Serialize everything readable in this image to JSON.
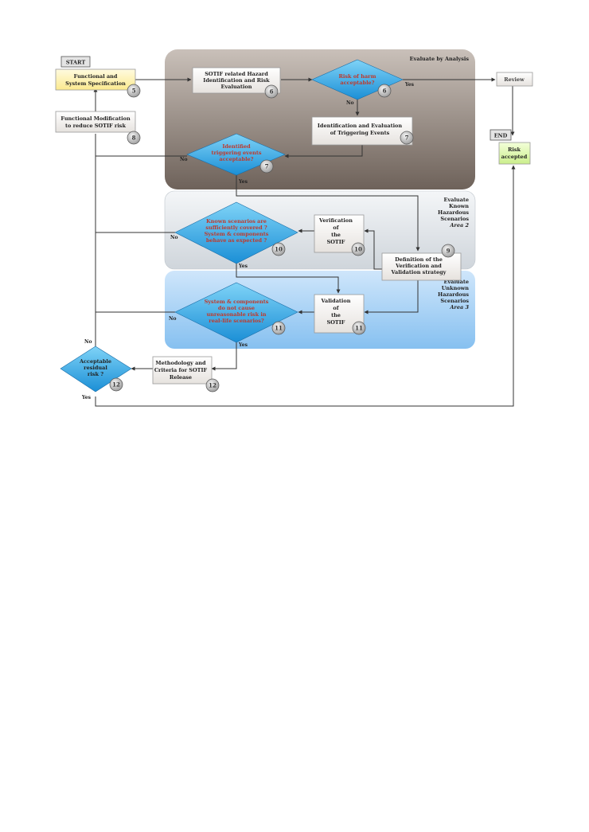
{
  "regions": {
    "analysis": "Evaluate by Analysis",
    "known": [
      "Evaluate",
      "Known",
      "Hazardous",
      "Scenarios",
      "Area 2"
    ],
    "unknown": [
      "Evaluate",
      "Unknown",
      "Hazardous",
      "Scenarios",
      "Area 3"
    ]
  },
  "terminals": {
    "start": "START",
    "end": "END"
  },
  "boxes": {
    "spec": {
      "lines": [
        "Functional and",
        "System Specification"
      ],
      "num": "5"
    },
    "hazard": {
      "lines": [
        "SOTIF related Hazard",
        "Identification and Risk",
        "Evaluation"
      ],
      "num": "6"
    },
    "review": {
      "lines": [
        "Review"
      ]
    },
    "funcmod": {
      "lines": [
        "Functional Modification",
        "to reduce SOTIF risk"
      ],
      "num": "8"
    },
    "trigger": {
      "lines": [
        "Identification and Evaluation",
        "of Triggering Events"
      ],
      "num": "7"
    },
    "risk_accepted": {
      "lines": [
        "Risk",
        "accepted"
      ]
    },
    "verification": {
      "lines": [
        "Verification",
        "of",
        "the",
        "SOTIF"
      ],
      "num": "10"
    },
    "definition": {
      "lines": [
        "Definition of the",
        "Verification and",
        "Validation strategy"
      ],
      "num": "9"
    },
    "validation": {
      "lines": [
        "Validation",
        "of",
        "the",
        "SOTIF"
      ],
      "num": "11"
    },
    "methodology": {
      "lines": [
        "Methodology and",
        "Criteria for SOTIF",
        "Release"
      ],
      "num": "12"
    }
  },
  "decisions": {
    "risk_harm": {
      "lines": [
        "Risk of harm",
        "acceptable?"
      ],
      "num": "6"
    },
    "identified": {
      "lines": [
        "Identified",
        "triggering events",
        "acceptable?"
      ],
      "num": "7"
    },
    "known": {
      "lines": [
        "Known scenarios are",
        "sufficiently covered ?",
        "System & components",
        "behave as expected ?"
      ],
      "num": "10"
    },
    "sys_comp": {
      "lines": [
        "System & components",
        "do not cause",
        "unreasonable risk in",
        "real-life scenarios?"
      ],
      "num": "11"
    },
    "residual": {
      "lines": [
        "Acceptable",
        "residual",
        "risk ?"
      ],
      "num": "12"
    }
  },
  "labels": {
    "yes": "Yes",
    "no": "No"
  }
}
